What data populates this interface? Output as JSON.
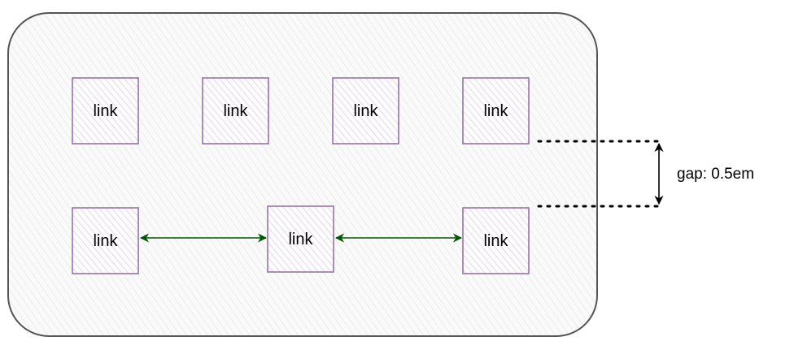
{
  "diagram": {
    "gap_label": "gap: 0.5em",
    "links": [
      {
        "label": "link"
      },
      {
        "label": "link"
      },
      {
        "label": "link"
      },
      {
        "label": "link"
      },
      {
        "label": "link"
      },
      {
        "label": "link"
      },
      {
        "label": "link"
      }
    ],
    "colors": {
      "container_stroke": "#555555",
      "container_fill": "#f5f5f5",
      "box_stroke": "#9673a6",
      "box_fill": "#e1d5e7",
      "arrow": "#005700",
      "gap_line": "#000000"
    }
  }
}
